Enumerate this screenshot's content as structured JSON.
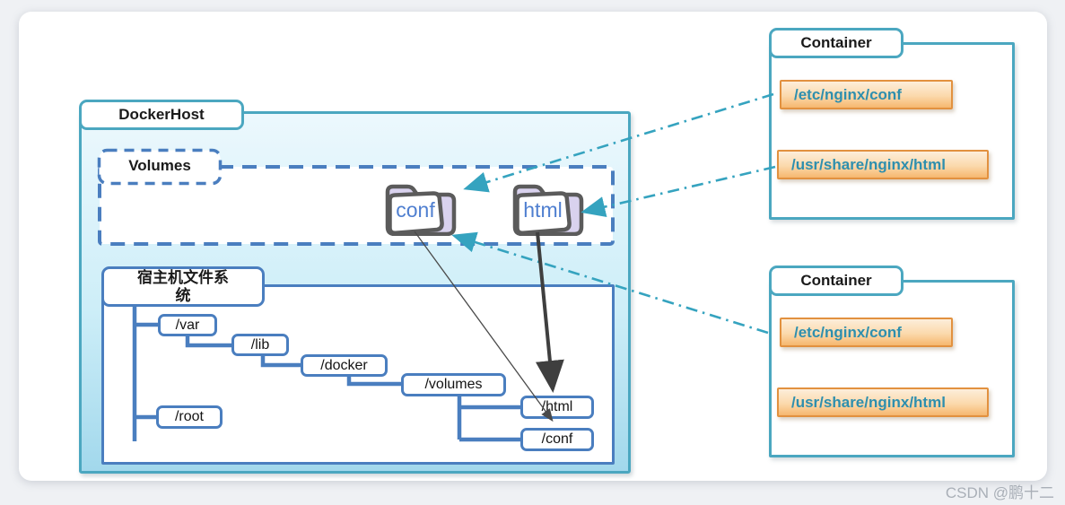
{
  "diagram": {
    "docker_host": {
      "label": "DockerHost",
      "volumes": {
        "label": "Volumes",
        "folders": [
          {
            "name": "conf"
          },
          {
            "name": "html"
          }
        ]
      },
      "filesystem": {
        "label": "宿主机文件系统",
        "label_line1": "宿主机文件系",
        "label_line2": "统",
        "nodes": [
          {
            "label": "/var"
          },
          {
            "label": "/lib"
          },
          {
            "label": "/docker"
          },
          {
            "label": "/volumes"
          },
          {
            "label": "/html"
          },
          {
            "label": "/conf"
          },
          {
            "label": "/root"
          }
        ]
      }
    },
    "containers": [
      {
        "label": "Container",
        "mounts": [
          {
            "path": "/etc/nginx/conf"
          },
          {
            "path": "/usr/share/nginx/html"
          }
        ]
      },
      {
        "label": "Container",
        "mounts": [
          {
            "path": "/etc/nginx/conf"
          },
          {
            "path": "/usr/share/nginx/html"
          }
        ]
      }
    ],
    "watermark": "CSDN @鹏十二",
    "colors": {
      "teal_border": "#4BA7C0",
      "blue_border": "#4A7EBF",
      "host_fill_top": "#ECF8FD",
      "host_fill_bottom": "#A2D8EC",
      "orange_border": "#E2913F",
      "orange_fill_top": "#FDEEDA",
      "orange_fill_bottom": "#F6B76F",
      "mount_text": "#2E8FAE",
      "folder_name_text": "#4F7FD0",
      "arrow_teal": "#35A3BF",
      "arrow_dark": "#3F3F3F"
    }
  }
}
